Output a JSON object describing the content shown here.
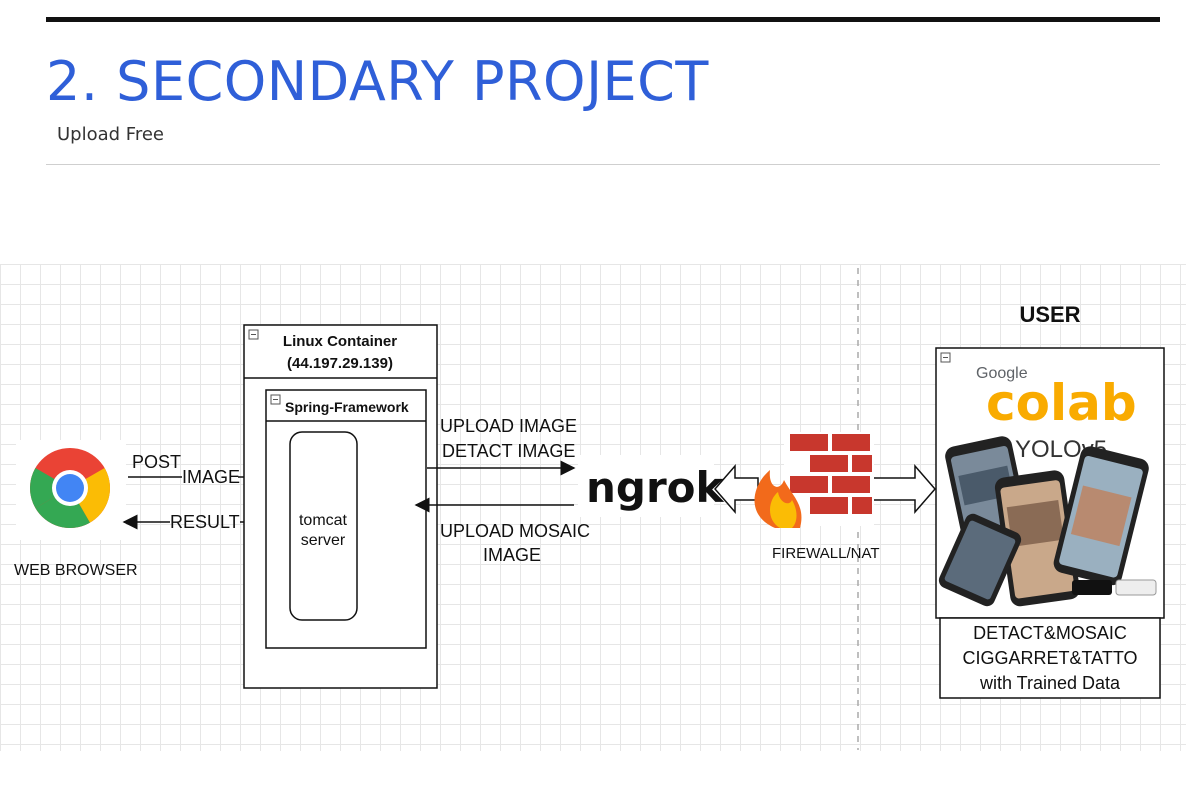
{
  "header": {
    "title": "2. SECONDARY PROJECT",
    "subtitle": "Upload Free"
  },
  "diagram": {
    "browser_label": "WEB BROWSER",
    "post_label": "POST",
    "image_label": "IMAGE",
    "result_label": "RESULT",
    "container_title_1": "Linux Container",
    "container_title_2": "(44.197.29.139)",
    "spring_label": "Spring-Framework",
    "tomcat_line1": "tomcat",
    "tomcat_line2": "server",
    "upload_image": "UPLOAD IMAGE",
    "detact_image": "DETACT IMAGE",
    "upload_mosaic_1": "UPLOAD MOSAIC",
    "upload_mosaic_2": "IMAGE",
    "ngrok": "ngrok",
    "firewall_label": "FIREWALL/NAT",
    "user_label": "USER",
    "google_label": "Google",
    "colab_label": "colab",
    "yolo_label": "YOLOv5",
    "detect_line1": "DETACT&MOSAIC",
    "detect_line2": "CIGGARRET&TATTO",
    "detect_line3": "with Trained Data",
    "colors": {
      "title": "#2f5fd8",
      "google_blue": "#4285F4",
      "google_red": "#EA4335",
      "google_yellow": "#FBBC05",
      "google_green": "#34A853",
      "colab_orange": "#F9AB00",
      "brick": "#c8372d"
    }
  }
}
